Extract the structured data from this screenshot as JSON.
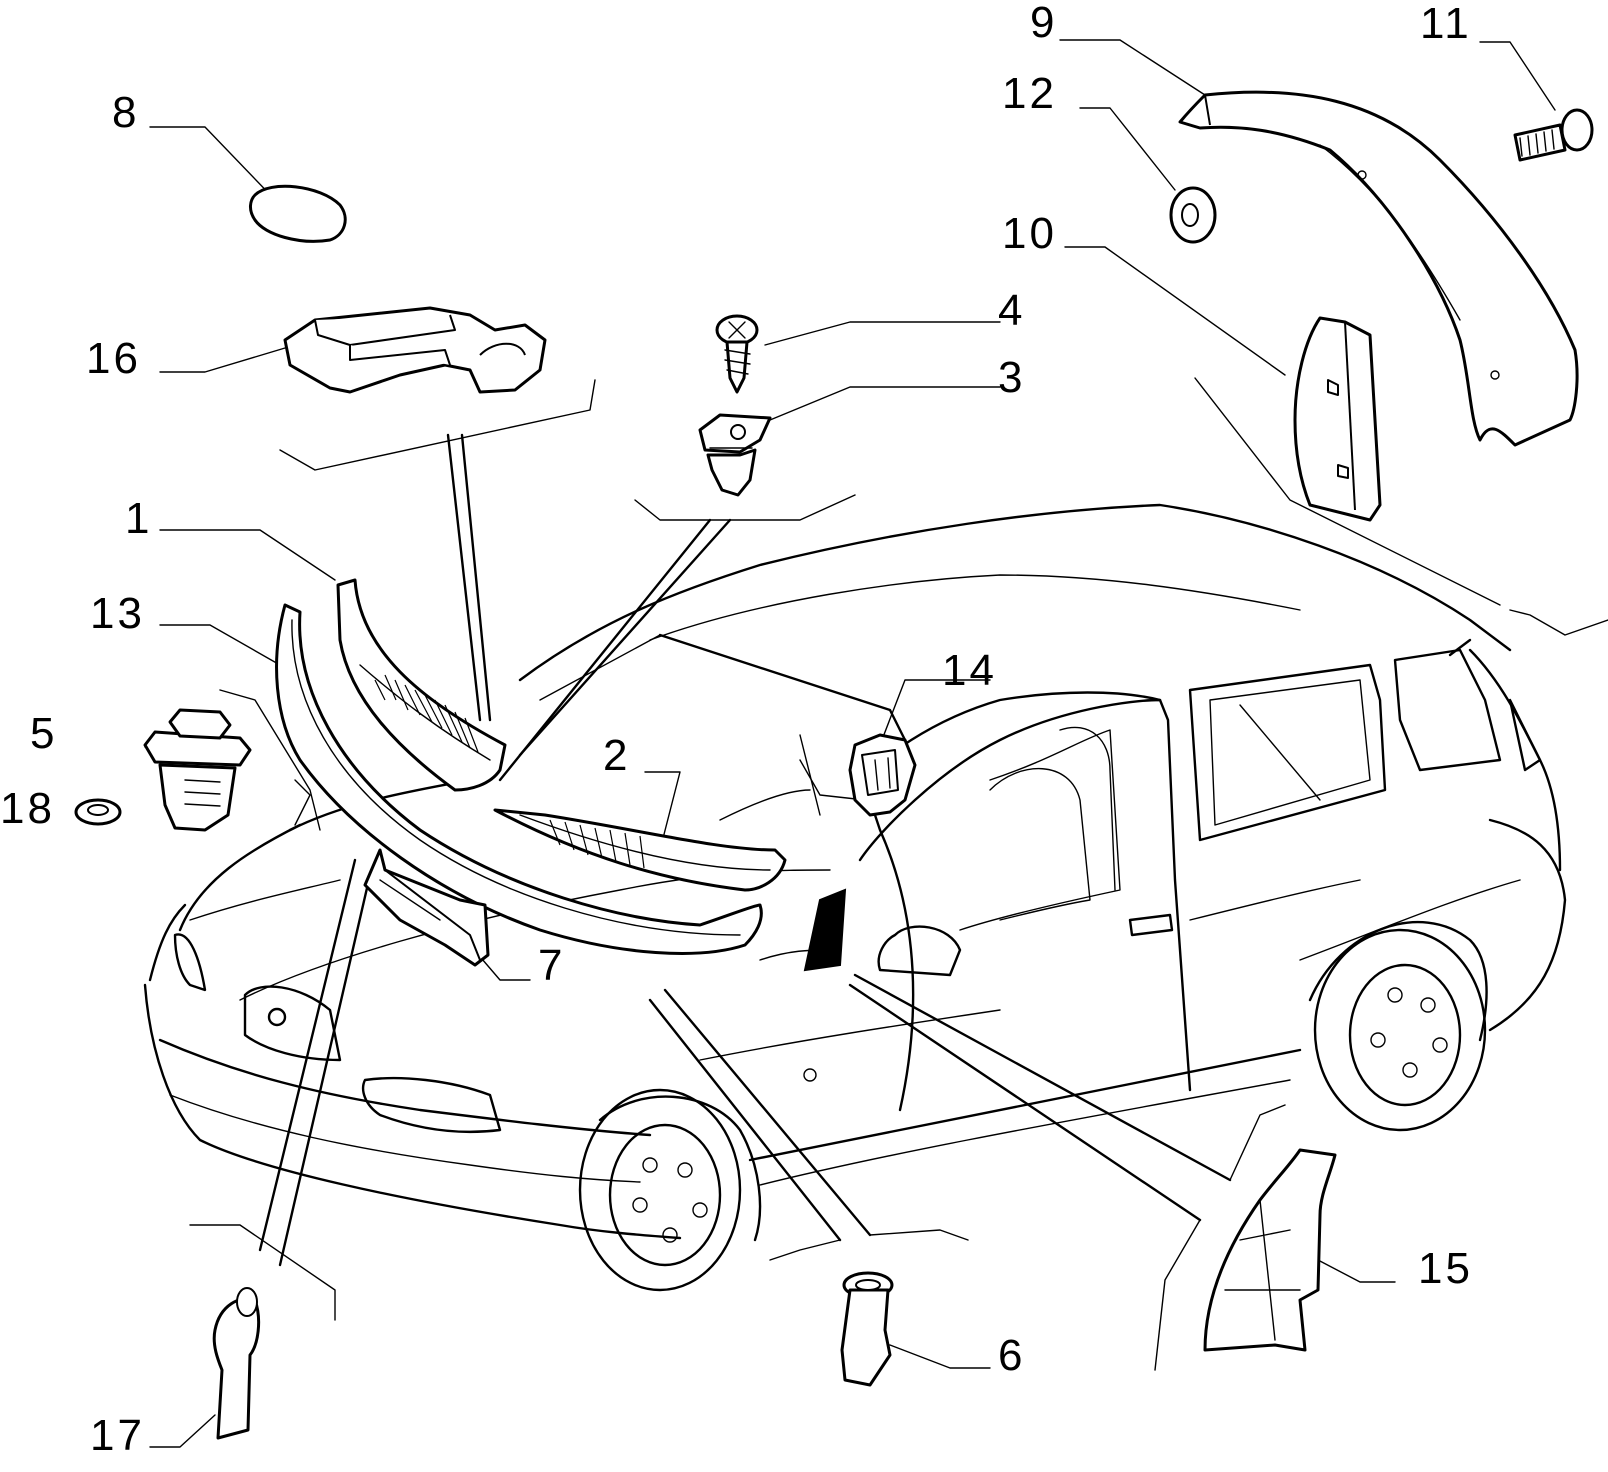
{
  "diagram": {
    "labels": [
      {
        "id": "1",
        "text": "1"
      },
      {
        "id": "2",
        "text": "2"
      },
      {
        "id": "3",
        "text": "3"
      },
      {
        "id": "4",
        "text": "4"
      },
      {
        "id": "5",
        "text": "5"
      },
      {
        "id": "6",
        "text": "6"
      },
      {
        "id": "7",
        "text": "7"
      },
      {
        "id": "8",
        "text": "8"
      },
      {
        "id": "9",
        "text": "9"
      },
      {
        "id": "10",
        "text": "10"
      },
      {
        "id": "11",
        "text": "11"
      },
      {
        "id": "12",
        "text": "12"
      },
      {
        "id": "13",
        "text": "13"
      },
      {
        "id": "14",
        "text": "14"
      },
      {
        "id": "15",
        "text": "15"
      },
      {
        "id": "16",
        "text": "16"
      },
      {
        "id": "17",
        "text": "17"
      },
      {
        "id": "18",
        "text": "18"
      }
    ]
  }
}
